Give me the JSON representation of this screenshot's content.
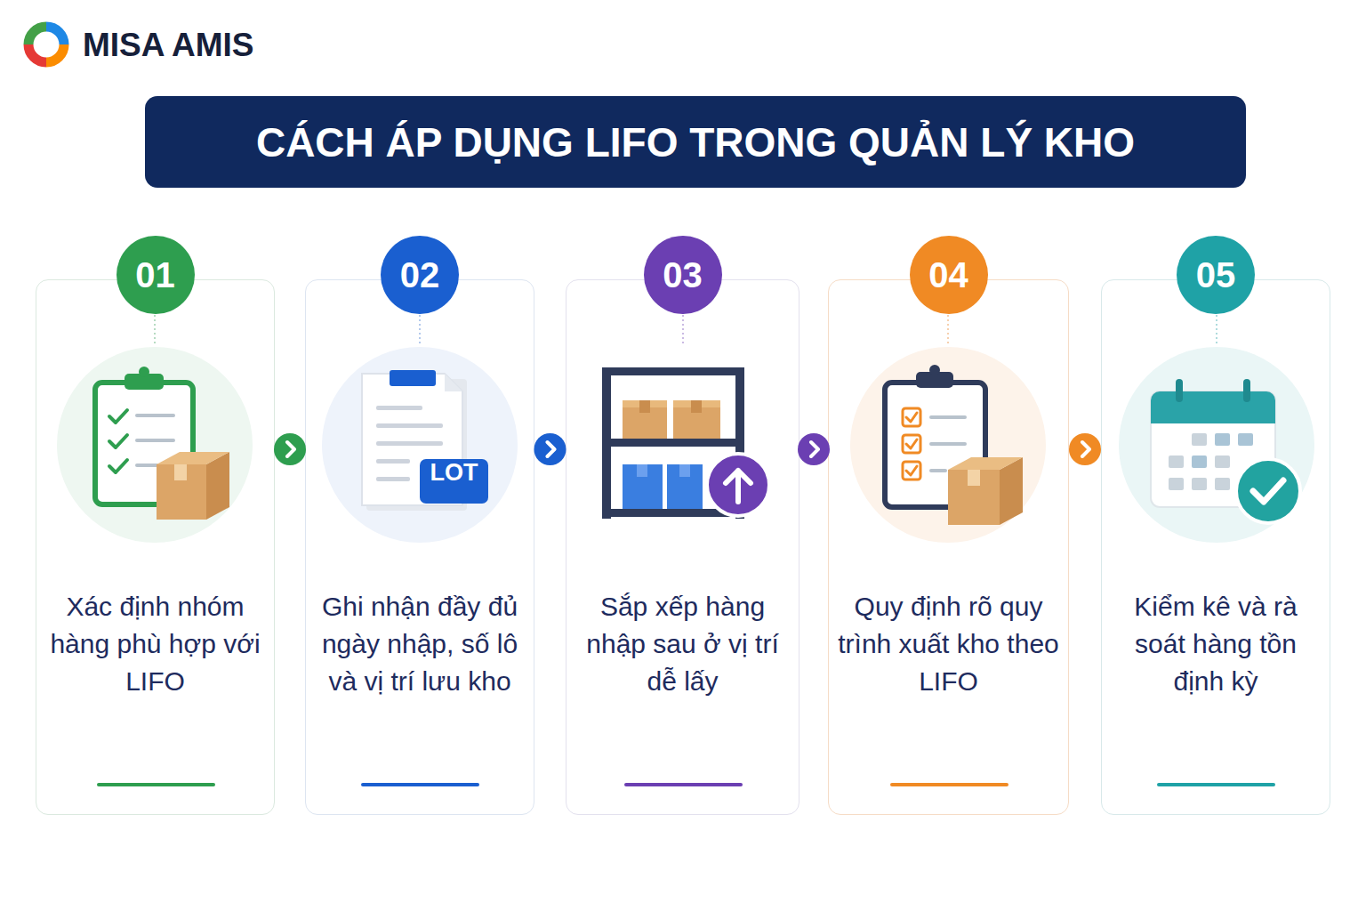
{
  "diagram": {
    "title": "CÁCH ÁP DỤNG LIFO TRONG QUẢN LÝ KHO",
    "nodes": [
      {
        "text": [
          "01",
          "Xác định nhóm hàng phù hợp với LIFO"
        ]
      },
      {
        "text": [
          "02",
          "Ghi nhận đầy đủ ngày nhập, số lô và vị trí lưu kho"
        ]
      },
      {
        "text": [
          "03",
          "Sắp xếp hàng nhập sau ở vị trí dễ lấy"
        ]
      },
      {
        "text": [
          "04",
          "Quy định rõ quy trình xuất kho theo LIFO"
        ]
      },
      {
        "text": [
          "05",
          "Kiểm kê và rà soát hàng tồn định kỳ"
        ]
      }
    ],
    "edges": [
      {
        "from": 0,
        "to": 1,
        "arrow": "to"
      },
      {
        "from": 1,
        "to": 2,
        "arrow": "to"
      },
      {
        "from": 2,
        "to": 3,
        "arrow": "to"
      },
      {
        "from": 3,
        "to": 4,
        "arrow": "to"
      }
    ],
    "labels": [
      "MISA AMIS",
      "LOT"
    ]
  }
}
